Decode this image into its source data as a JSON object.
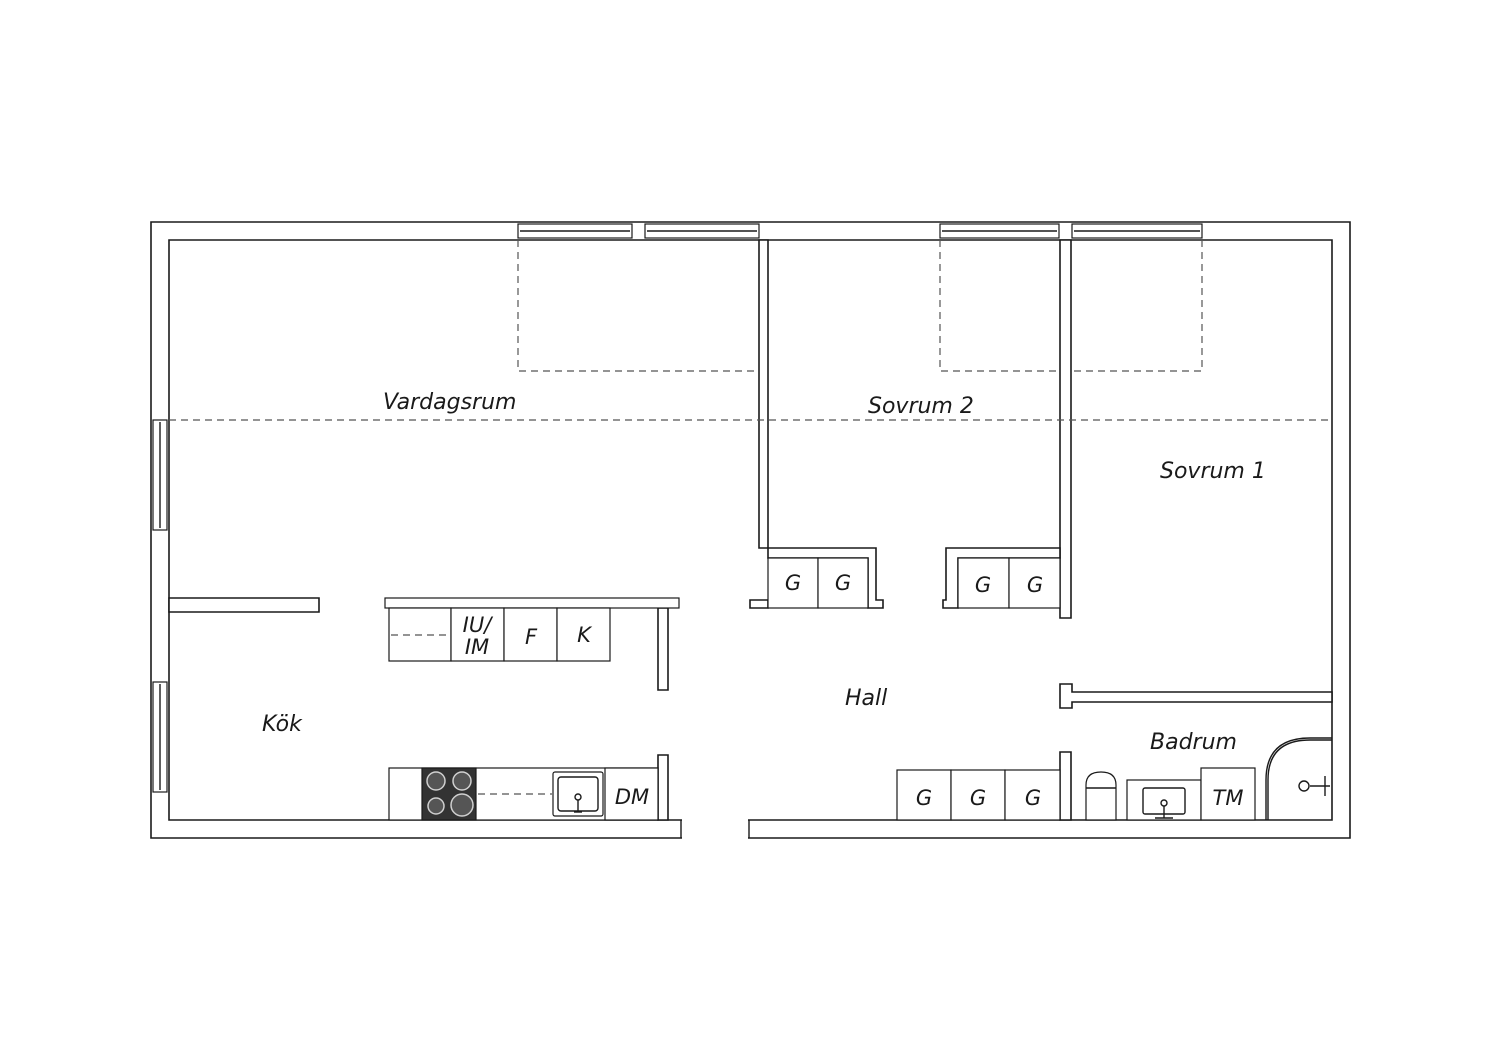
{
  "rooms": {
    "vardagsrum": "Vardagsrum",
    "sovrum2": "Sovrum 2",
    "sovrum1": "Sovrum 1",
    "kok": "Kök",
    "hall": "Hall",
    "badrum": "Badrum"
  },
  "fixtures": {
    "wardrobe": "G",
    "iu_line1": "IU/",
    "iu_line2": "IM",
    "fridge": "F",
    "freezer": "K",
    "dishwasher": "DM",
    "washer": "TM"
  },
  "colors": {
    "line": "#1a1a1a",
    "background": "#ffffff",
    "stove": "#333333"
  }
}
